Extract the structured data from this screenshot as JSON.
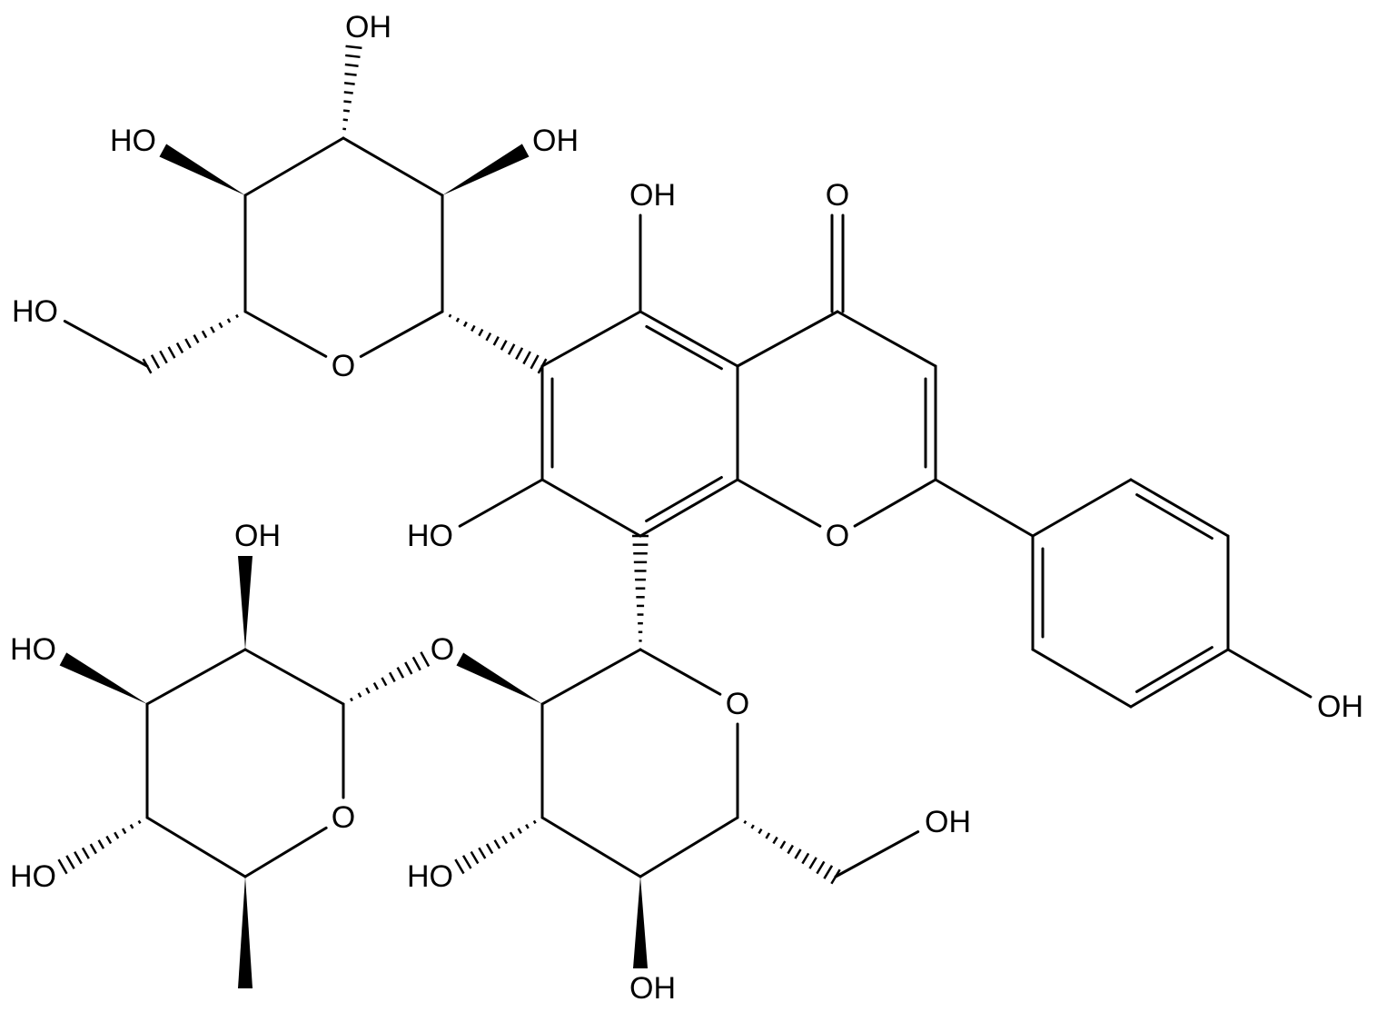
{
  "diagram": {
    "type": "chemical-structure",
    "atom_labels": {
      "carbonyl_O": "O",
      "ring_O1": "O",
      "OH_5": "OH",
      "OH_7": "HO",
      "OH_4prime": "OH",
      "glc6_ring_O": "O",
      "glc6_CH2OH": "HO",
      "glc6_OH4": "HO",
      "glc6_OH3": "OH",
      "glc6_OH2": "OH",
      "glc8_ring_O": "O",
      "glc8_CH2OH": "OH",
      "glc8_OH4": "OH",
      "glc8_OH3": "HO",
      "glc8_O2_link": "O",
      "rha_ring_O": "O",
      "rha_OH4": "HO",
      "rha_OH3": "HO",
      "rha_OH2": "OH"
    },
    "colors": {
      "bond": "#000000",
      "background": "#ffffff"
    }
  }
}
